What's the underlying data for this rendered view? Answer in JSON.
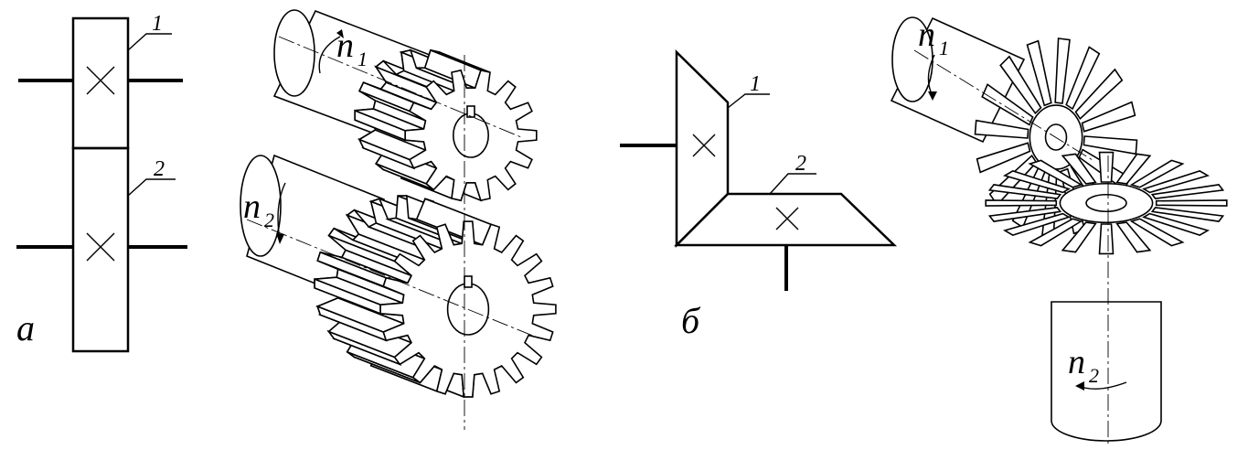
{
  "figure_a": {
    "label": "а",
    "part_1": "1",
    "part_2": "2",
    "n1_base": "n",
    "n1_sub": "1",
    "n2_base": "n",
    "n2_sub": "2"
  },
  "figure_b": {
    "label": "б",
    "part_1": "1",
    "part_2": "2",
    "n1_base": "n",
    "n1_sub": "1",
    "n2_base": "n",
    "n2_sub": "2"
  }
}
